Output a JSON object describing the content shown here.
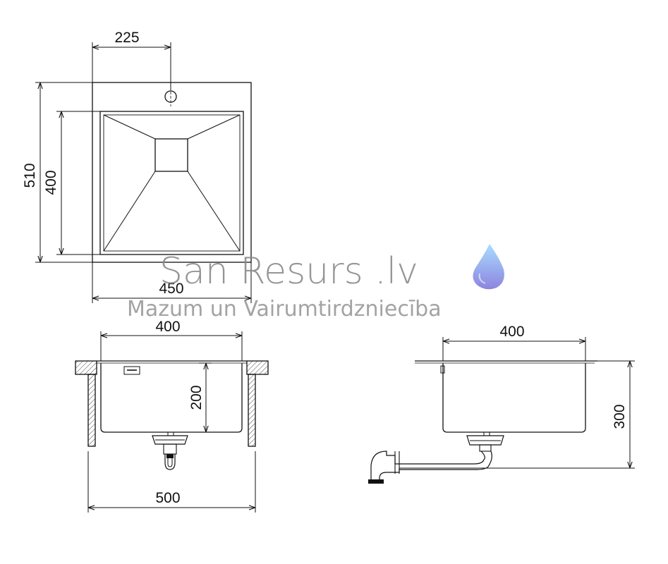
{
  "top_view": {
    "dim_tap": "225",
    "dim_depth": "510",
    "dim_bowl_depth": "400",
    "dim_width": "450"
  },
  "front_view": {
    "dim_bowl_width": "400",
    "dim_bowl_height": "200",
    "dim_cabinet": "500"
  },
  "side_view": {
    "dim_bowl_width": "400",
    "dim_total_height": "300"
  },
  "watermark": {
    "title": "San Resurs .lv",
    "subtitle": "Mazum un Vairumtirdzniecība",
    "drop_color_top": "#8fd3ff",
    "drop_color_bottom": "#6a5fd6"
  }
}
